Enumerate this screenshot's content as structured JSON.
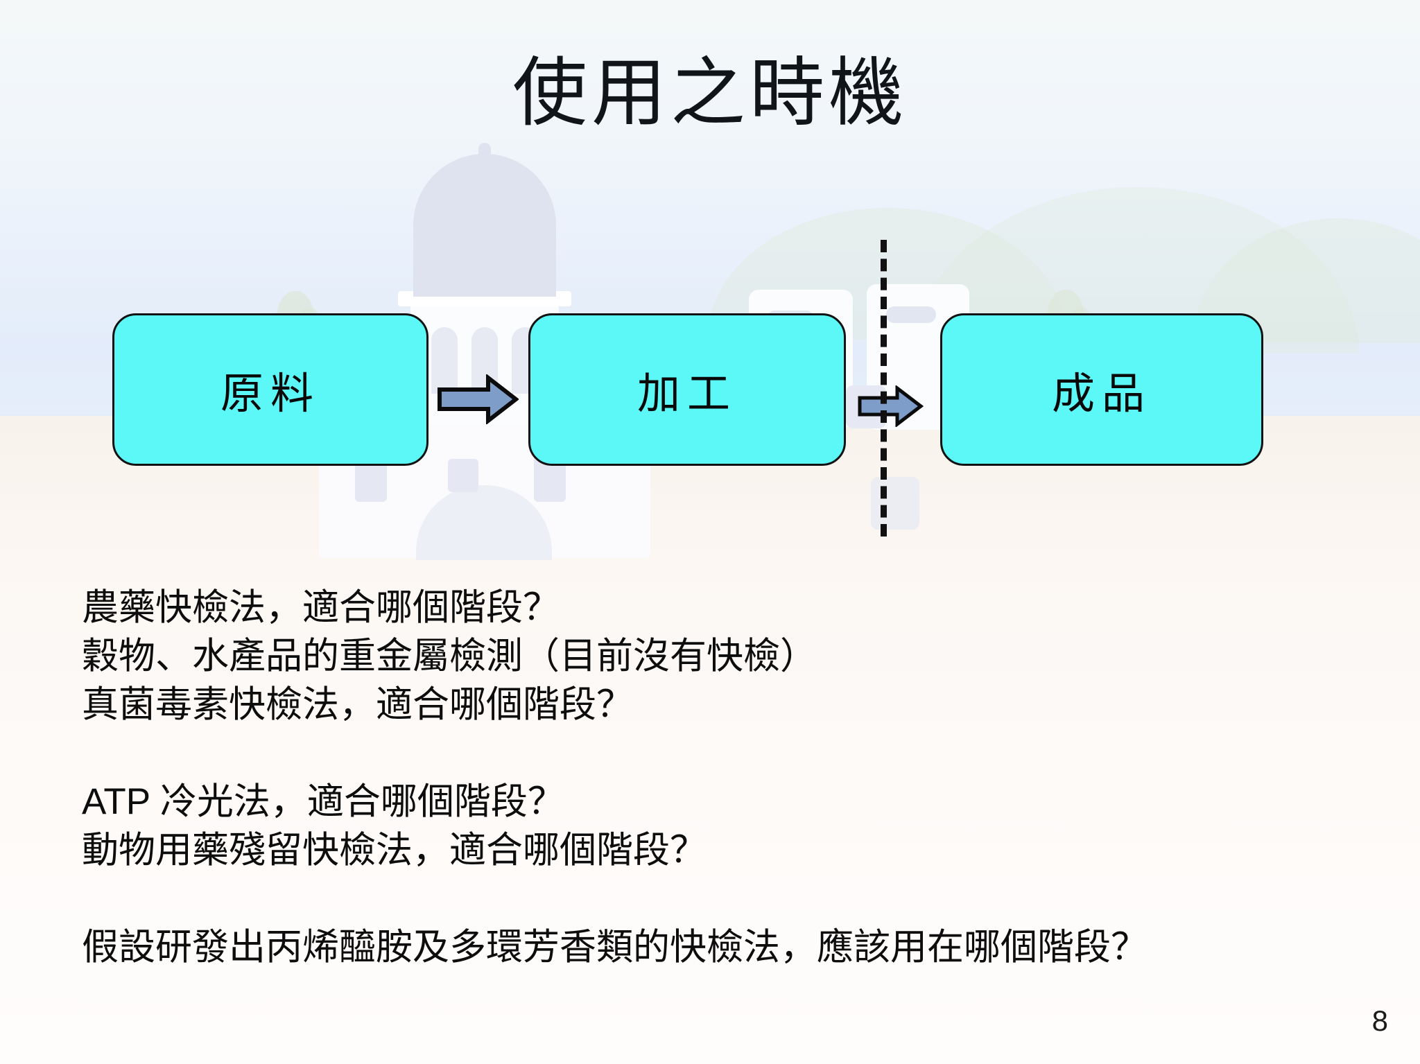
{
  "slide": {
    "title": "使用之時機",
    "page_number": "8"
  },
  "flow": {
    "stages": [
      {
        "label": "原料"
      },
      {
        "label": "加工"
      },
      {
        "label": "成品"
      }
    ],
    "arrows": [
      {
        "name": "arrow-raw-to-process"
      },
      {
        "name": "arrow-process-to-product"
      }
    ],
    "divider": {
      "name": "dashed-divider"
    },
    "colors": {
      "box_fill": "#5CF7F7",
      "box_border": "#121212",
      "arrow_fill": "#7E9DC9",
      "arrow_border": "#0B0B0B",
      "divider": "#111111"
    }
  },
  "body": {
    "lines": [
      "農藥快檢法，適合哪個階段？",
      "穀物、水產品的重金屬檢測（目前沒有快檢）",
      "真菌毒素快檢法，適合哪個階段？",
      "",
      "ATP  冷光法，適合哪個階段？",
      "動物用藥殘留快檢法，適合哪個階段？",
      "",
      "假設研發出丙烯醯胺及多環芳香類的快檢法，應該用在哪個階段？"
    ]
  },
  "background": {
    "sky_color": "#EAF1FB",
    "ground_color": "#FAF5F0",
    "hill_color": "#DFEADC",
    "building_color": "#FBFCFE"
  }
}
